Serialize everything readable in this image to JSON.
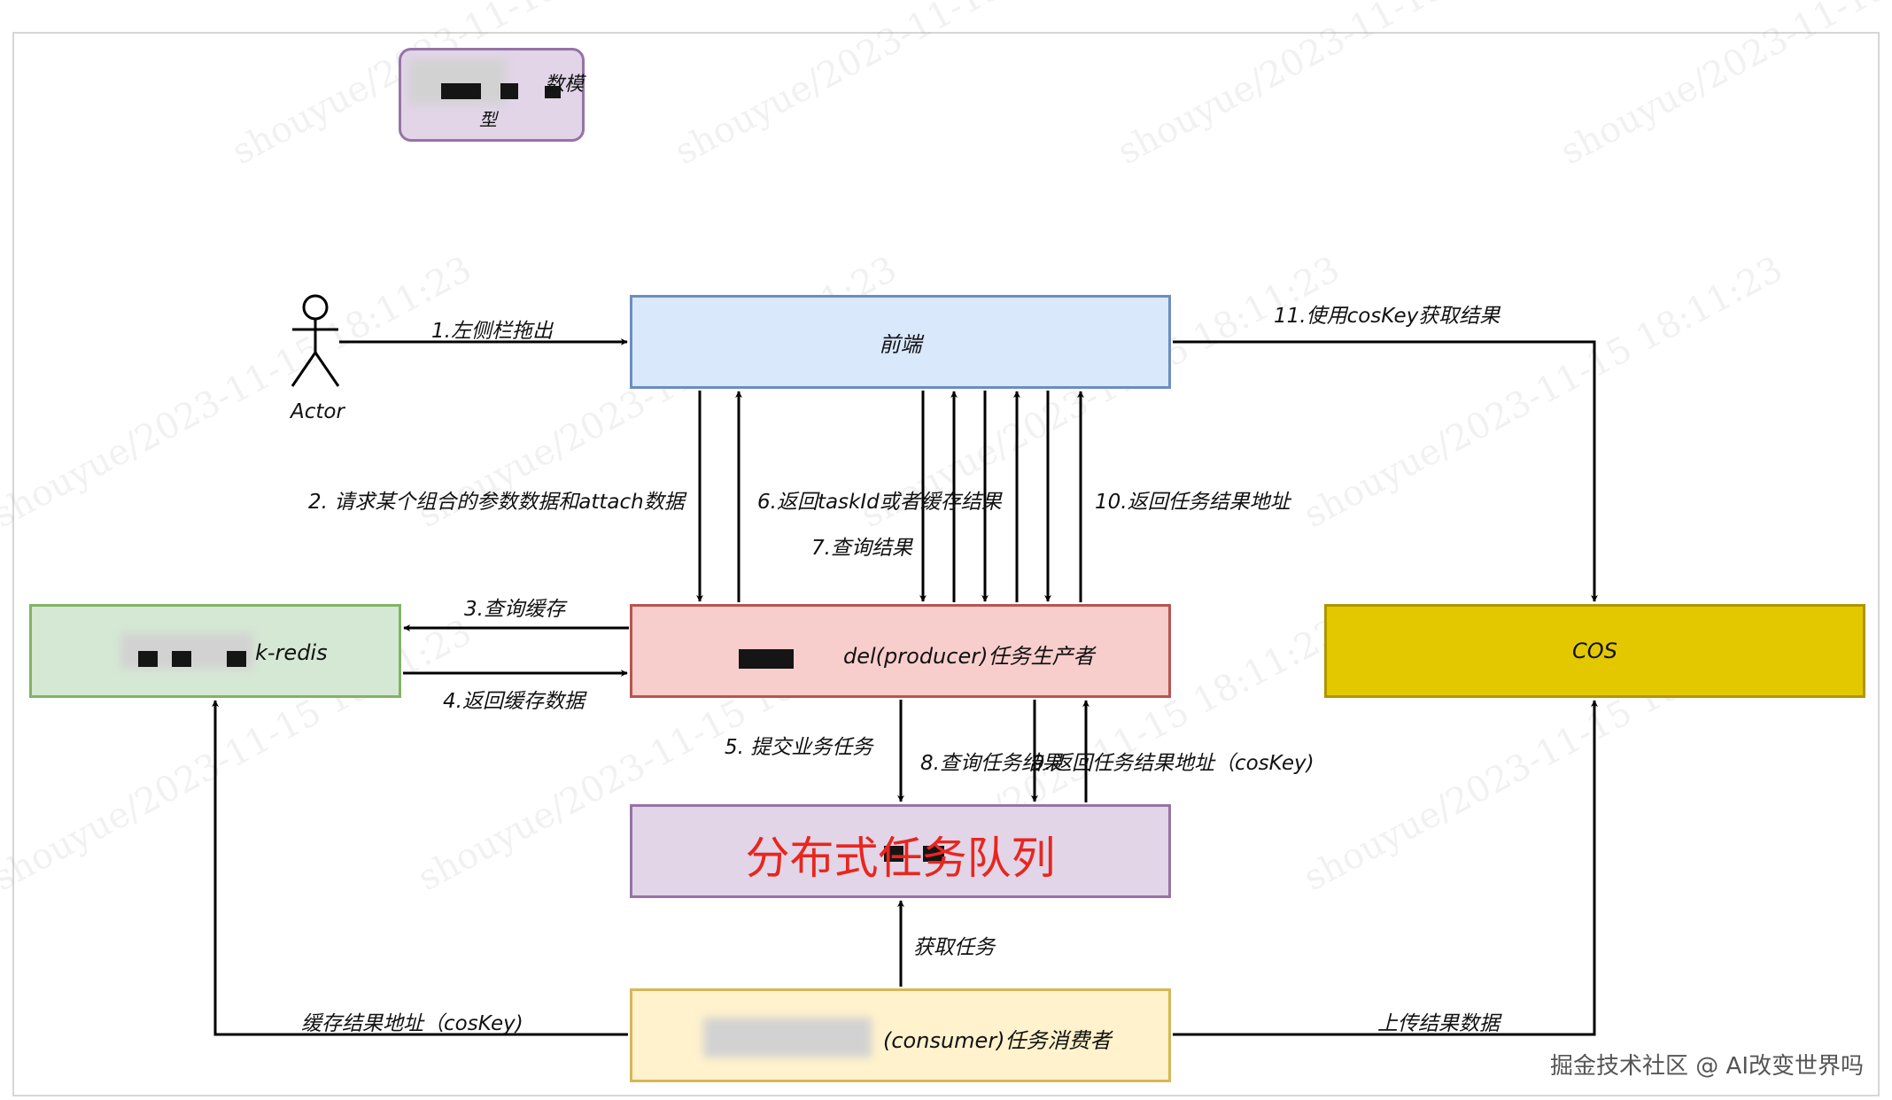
{
  "legend": {
    "label_right": "数模",
    "label_bottom": "型"
  },
  "actor": {
    "label": "Actor"
  },
  "boxes": {
    "frontend": "前端",
    "redis": "k-redis",
    "producer": "del(producer)任务生产者",
    "cos": "COS",
    "queue": "分布式任务队列",
    "consumer": "(consumer)任务消费者"
  },
  "edges": {
    "e1": "1.左侧栏拖出",
    "e2": "2. 请求某个组合的参数数据和attach数据",
    "e3": "3.查询缓存",
    "e4": "4.返回缓存数据",
    "e5": "5. 提交业务任务",
    "e6": "6.返回taskId或者缓存结果",
    "e7": "7.查询结果",
    "e8": "8.查询任务结果",
    "e9": "9.返回任务结果地址（cosKey)",
    "e10": "10.返回任务结果地址",
    "e11": "11.使用cosKey获取结果",
    "fetch": "获取任务",
    "cache_addr": "缓存结果地址（cosKey)",
    "upload": "上传结果数据"
  },
  "watermarks": [
    "shouyue/2023-11-15 18:11:23"
  ],
  "footer": "掘金技术社区 @ AI改变世界吗"
}
